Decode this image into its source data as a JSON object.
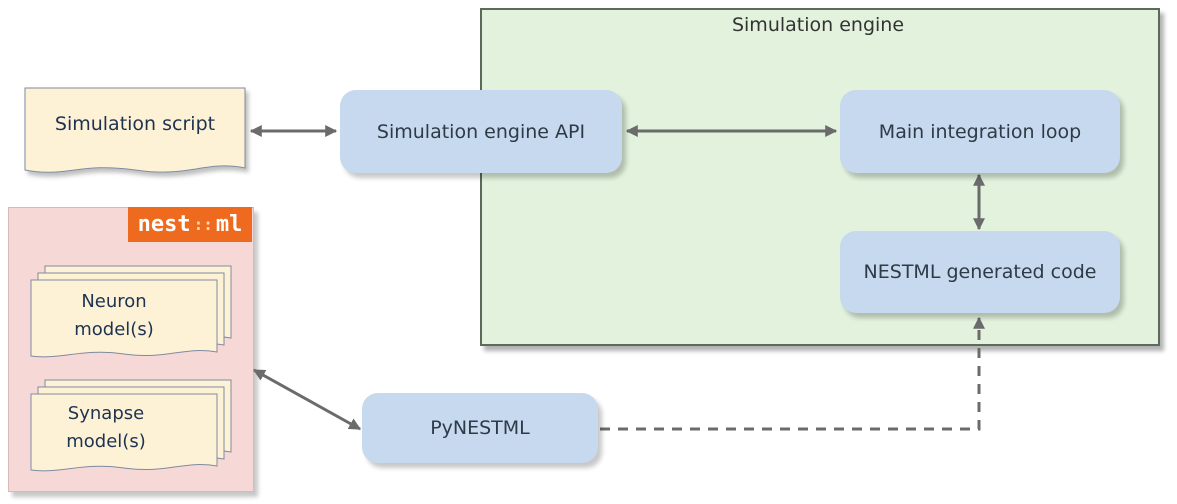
{
  "engine": {
    "title": "Simulation engine"
  },
  "nodes": {
    "script": "Simulation script",
    "api": "Simulation engine API",
    "loop": "Main integration loop",
    "generated": "NESTML generated code",
    "pynestml": "PyNESTML"
  },
  "nestml": {
    "logo_left": "nest",
    "logo_sep": "::",
    "logo_right": "ml",
    "neuron_line1": "Neuron",
    "neuron_line2": "model(s)",
    "synapse_line1": "Synapse",
    "synapse_line2": "model(s)"
  },
  "colors": {
    "engine_fill": "#e2f2dc",
    "node_fill": "#c6d9ee",
    "document_fill": "#fdf1d6",
    "nestml_panel": "#f6d9d7",
    "logo": "#ee6a1f",
    "arrow": "#6b6b6b"
  }
}
